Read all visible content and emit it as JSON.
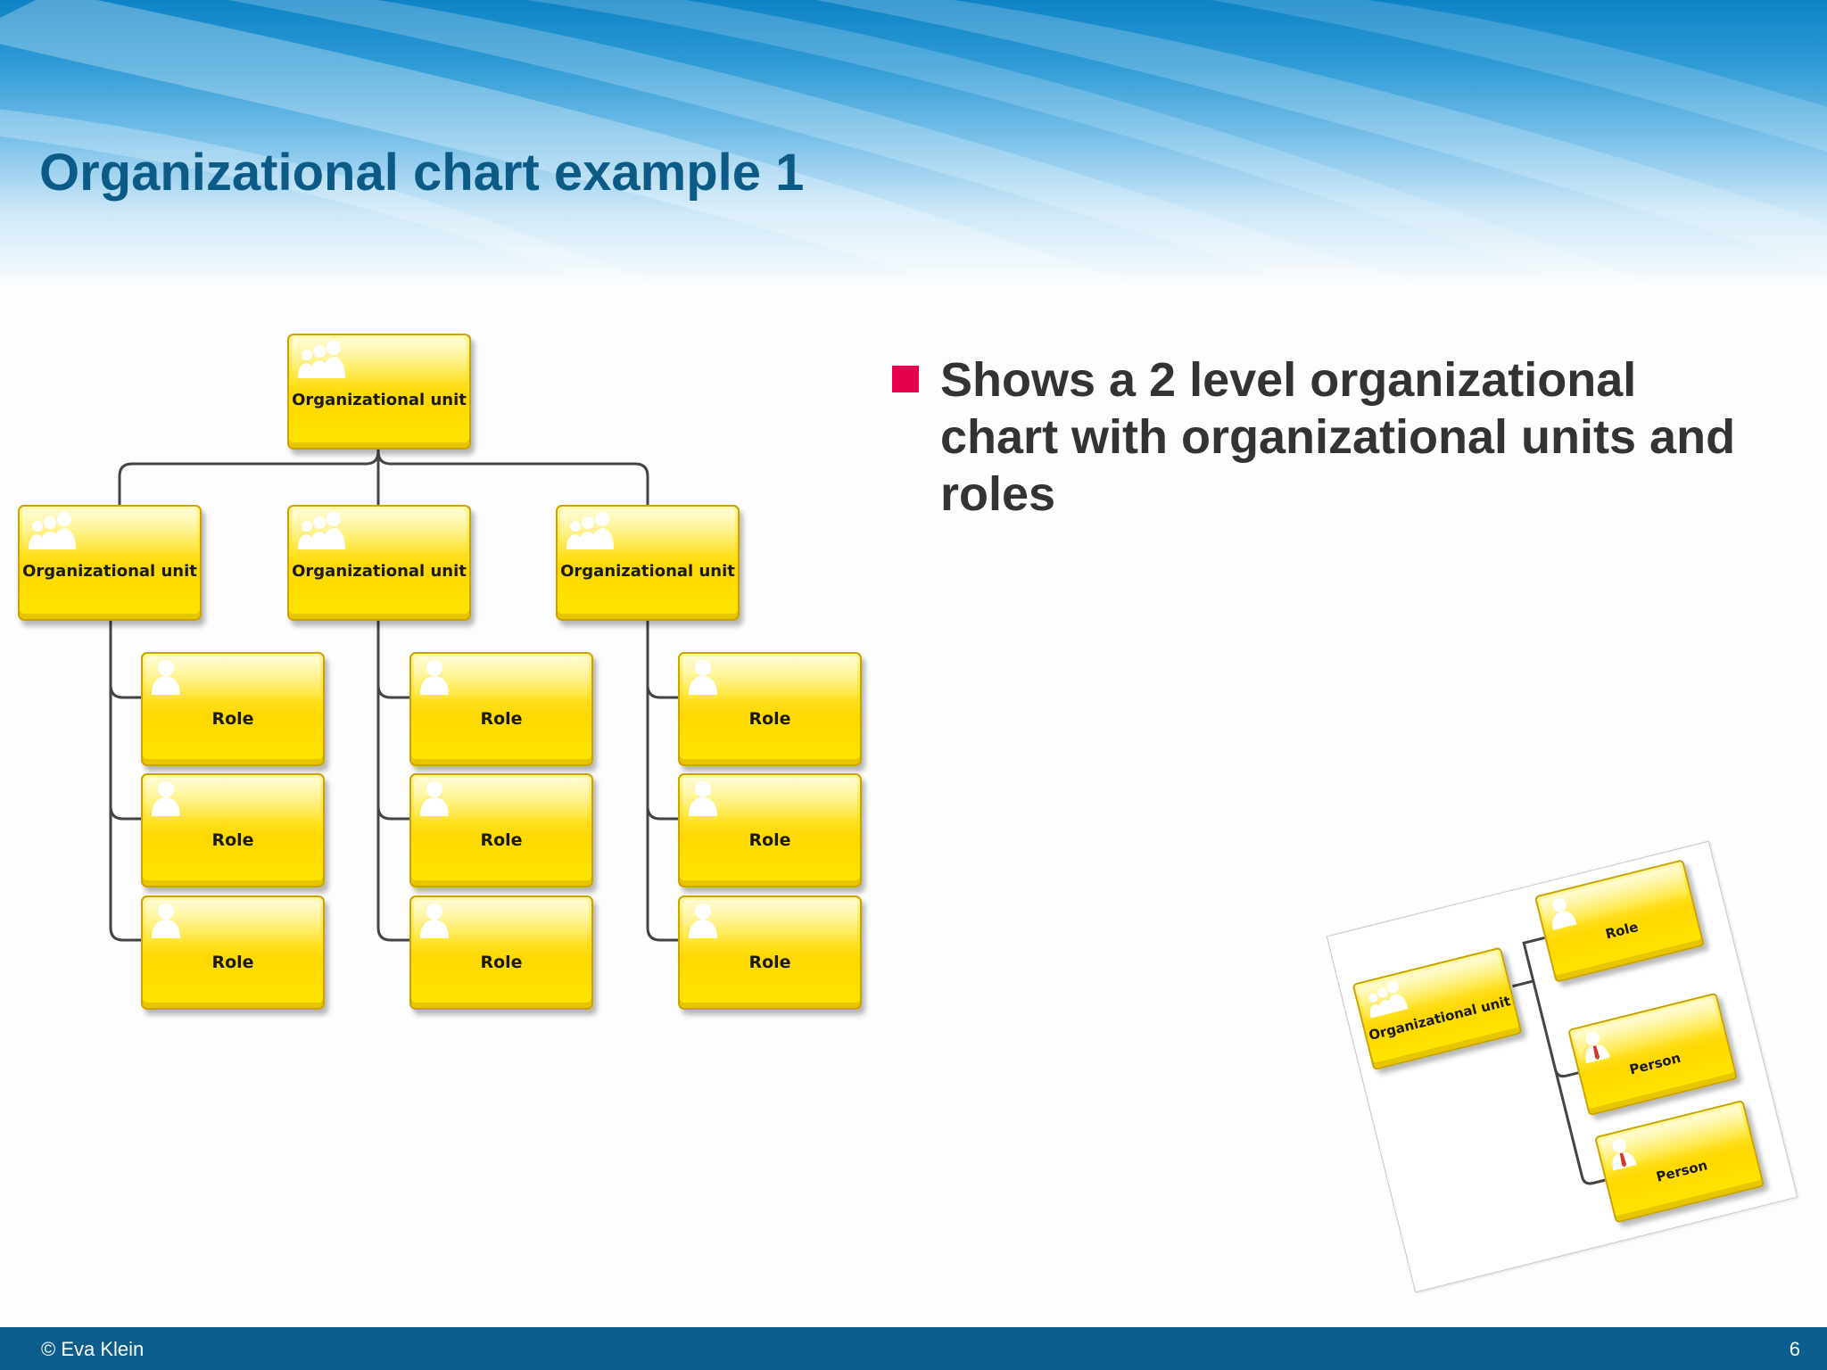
{
  "slide": {
    "title": "Organizational chart example 1",
    "bullets": [
      {
        "text": "Shows a 2 level organizational chart with organizational units and roles",
        "marker_color": "#e5004f"
      }
    ]
  },
  "org_chart": {
    "root": {
      "label": "Organizational unit",
      "icon": "group-icon"
    },
    "units": [
      {
        "label": "Organizational unit",
        "icon": "group-icon",
        "roles": [
          {
            "label": "Role",
            "icon": "person-icon"
          },
          {
            "label": "Role",
            "icon": "person-icon"
          },
          {
            "label": "Role",
            "icon": "person-icon"
          }
        ]
      },
      {
        "label": "Organizational unit",
        "icon": "group-icon",
        "roles": [
          {
            "label": "Role",
            "icon": "person-icon"
          },
          {
            "label": "Role",
            "icon": "person-icon"
          },
          {
            "label": "Role",
            "icon": "person-icon"
          }
        ]
      },
      {
        "label": "Organizational unit",
        "icon": "group-icon",
        "roles": [
          {
            "label": "Role",
            "icon": "person-icon"
          },
          {
            "label": "Role",
            "icon": "person-icon"
          },
          {
            "label": "Role",
            "icon": "person-icon"
          }
        ]
      }
    ],
    "box_color": "#ffe000",
    "line_color": "#444444"
  },
  "inset_chart": {
    "unit": {
      "label": "Organizational unit",
      "icon": "group-icon"
    },
    "children": [
      {
        "label": "Role",
        "icon": "person-icon"
      },
      {
        "label": "Person",
        "icon": "person-with-tie-icon"
      },
      {
        "label": "Person",
        "icon": "person-with-tie-icon"
      }
    ]
  },
  "footer": {
    "copyright": "© Eva Klein",
    "page_number": "6",
    "color": "#0b5d8c"
  },
  "theme": {
    "title_color": "#0c5b86",
    "text_color": "#333333"
  }
}
